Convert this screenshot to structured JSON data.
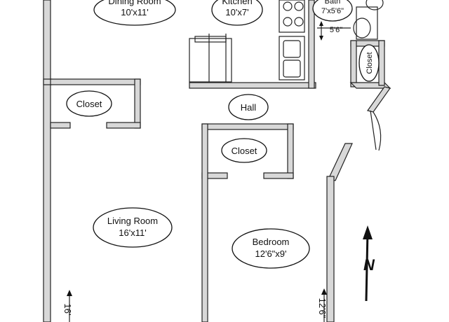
{
  "rooms": {
    "dining": {
      "name": "Dining Room",
      "size": "10'x11'"
    },
    "kitchen": {
      "name": "Kitchen",
      "size": "10'x7'"
    },
    "bath": {
      "name": "Bath",
      "size": "7'x5'6\""
    },
    "living": {
      "name": "Living Room",
      "size": "16'x11'"
    },
    "bedroom": {
      "name": "Bedroom",
      "size": "12'6\"x9'"
    }
  },
  "labels": {
    "closet_left": "Closet",
    "closet_bedroom": "Closet",
    "closet_bath": "Closet",
    "hall": "Hall"
  },
  "dimensions": {
    "bath_width": "5'6\"",
    "living_length": "16'",
    "bedroom_length": "12'6\""
  },
  "compass": {
    "letter": "N"
  }
}
